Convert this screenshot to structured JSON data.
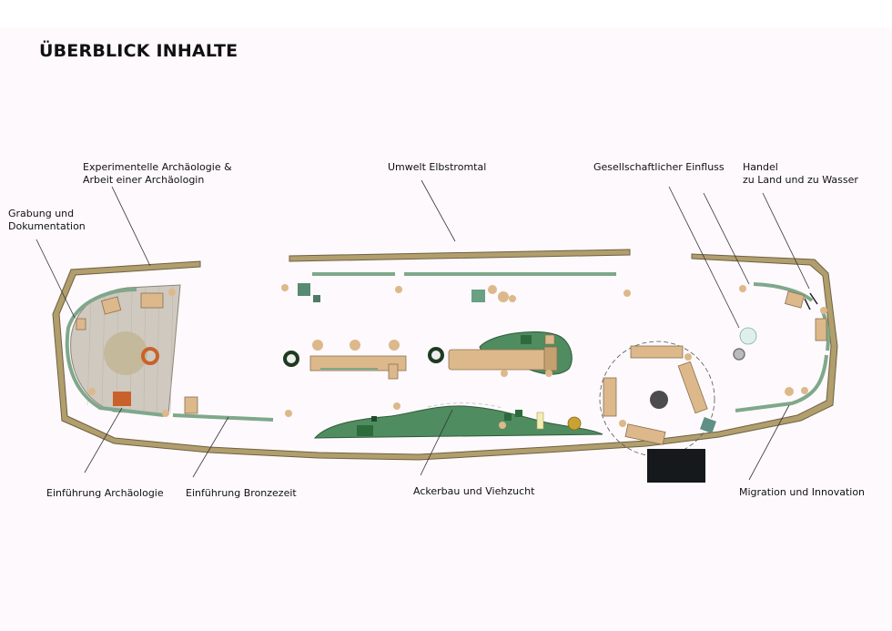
{
  "page_title": "ÜBERBLICK INHALTE",
  "labels": {
    "experimentelle": [
      "Experimentelle Archäologie &",
      "Arbeit einer Archäologin"
    ],
    "grabung": [
      "Grabung und",
      "Dokumentation"
    ],
    "umwelt": "Umwelt Elbstromtal",
    "gesellschaft": "Gesellschaftlicher Einfluss",
    "handel": [
      "Handel",
      "zu Land und zu Wasser"
    ],
    "einfuehrung_archaeologie": "Einführung Archäologie",
    "einfuehrung_bronzezeit": "Einführung Bronzezeit",
    "ackerbau": "Ackerbau und Viehzucht",
    "migration": "Migration und Innovation"
  },
  "colors": {
    "wall": "#b19e6d",
    "wall_stroke": "#6f6142",
    "wood": "#dcb88b",
    "green_table": "#4f8c5f",
    "green_rail": "#7fa88a",
    "floor": "#cfc9c0",
    "orange": "#c8622a",
    "dark_block": "#15191c"
  }
}
